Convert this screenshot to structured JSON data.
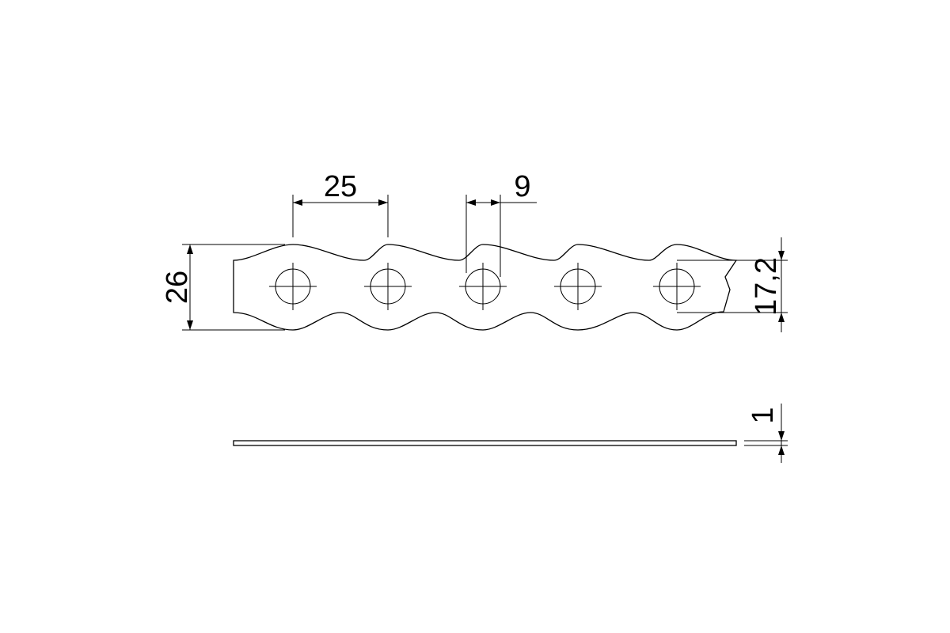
{
  "drawing": {
    "dimensions": {
      "pitch": "25",
      "hole_diameter": "9",
      "overall_width": "26",
      "neck_width": "17,2",
      "thickness": "1"
    },
    "hole_count": 5,
    "colors": {
      "line": "#000000",
      "background": "#ffffff"
    }
  }
}
